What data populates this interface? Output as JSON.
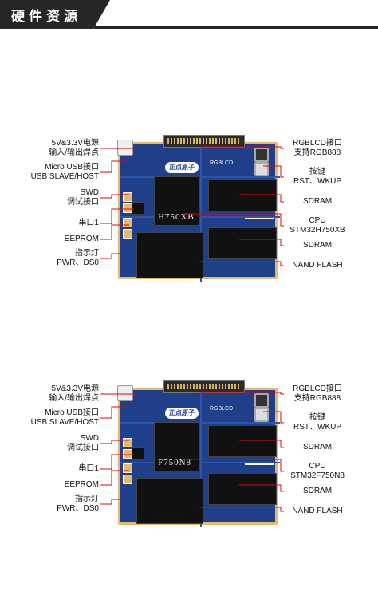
{
  "header": {
    "title": "硬件资源"
  },
  "panels": [
    {
      "cpu_chip_text": "H750XB",
      "logo_text": "正点原子",
      "connector_text": "RGBLCD",
      "left_labels": [
        {
          "line1": "5V&3.3V电源",
          "line2": "输入/输出焊点"
        },
        {
          "line1": "Micro USB接口",
          "line2": "USB SLAVE/HOST"
        },
        {
          "line1": "SWD",
          "line2": "调试接口"
        },
        {
          "line1": "串口1",
          "line2": ""
        },
        {
          "line1": "EEPROM",
          "line2": ""
        },
        {
          "line1": "指示灯",
          "line2": "PWR、DS0"
        }
      ],
      "right_labels": [
        {
          "line1": "RGBLCD接口",
          "line2": "支持RGB888"
        },
        {
          "line1": "按键",
          "line2": "RST、WKUP"
        },
        {
          "line1": "SDRAM",
          "line2": ""
        },
        {
          "line1": "CPU",
          "line2": "STM32H750XB"
        },
        {
          "line1": "SDRAM",
          "line2": ""
        },
        {
          "line1": "NAND FLASH",
          "line2": ""
        }
      ]
    },
    {
      "cpu_chip_text": "F750N8",
      "logo_text": "正点原子",
      "connector_text": "RGBLCD",
      "left_labels": [
        {
          "line1": "5V&3.3V电源",
          "line2": "输入/输出焊点"
        },
        {
          "line1": "Micro USB接口",
          "line2": "USB SLAVE/HOST"
        },
        {
          "line1": "SWD",
          "line2": "调试接口"
        },
        {
          "line1": "串口1",
          "line2": ""
        },
        {
          "line1": "EEPROM",
          "line2": ""
        },
        {
          "line1": "指示灯",
          "line2": "PWR、DS0"
        }
      ],
      "right_labels": [
        {
          "line1": "RGBLCD接口",
          "line2": "支持RGB888"
        },
        {
          "line1": "按键",
          "line2": "RST、WKUP"
        },
        {
          "line1": "SDRAM",
          "line2": ""
        },
        {
          "line1": "CPU",
          "line2": "STM32F750N8"
        },
        {
          "line1": "SDRAM",
          "line2": ""
        },
        {
          "line1": "NAND FLASH",
          "line2": ""
        }
      ]
    }
  ],
  "colors": {
    "leader": "#e60012",
    "pcb": "#1f3f8a",
    "header": "#262626"
  }
}
